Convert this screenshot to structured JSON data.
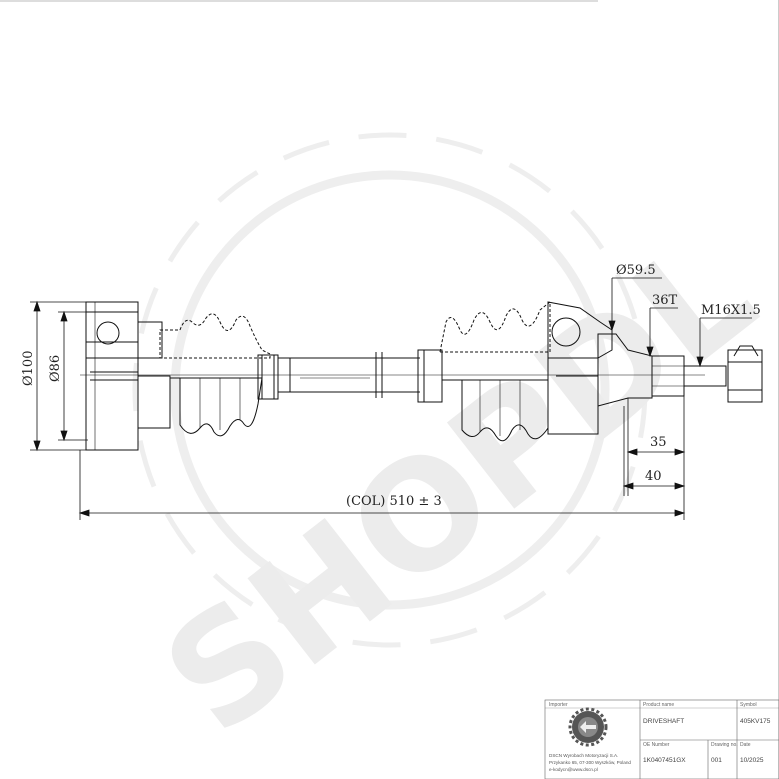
{
  "dimensions": {
    "outer_diameter": "Ø100",
    "inner_diameter": "Ø86",
    "flange_diameter": "Ø59.5",
    "spline": "36T",
    "thread": "M16X1.5",
    "len_35": "35",
    "len_40": "40",
    "overall_length": "(COL) 510 ± 3"
  },
  "title_block": {
    "importer_label": "Importer",
    "product_name_label": "Product name",
    "symbol_label": "Symbol",
    "product_name": "DRIVESHAFT",
    "symbol": "405KV175",
    "oe_number_label": "OE Number",
    "oe_number": "1K0407451GX",
    "drawing_no_label": "Drawing no.",
    "drawing_no": "001",
    "date_label": "Date",
    "date": "10/2025",
    "company_line1": "DSCN Wyrobach Motoryzacji S.A.",
    "company_line2": "Przykanko 65, 07-300 Wyszków, Poland",
    "company_line3": "e-kodycn@www.dscn.pl"
  },
  "watermark": {
    "text": "SHOPDL",
    "color": "#e4e4e4"
  }
}
